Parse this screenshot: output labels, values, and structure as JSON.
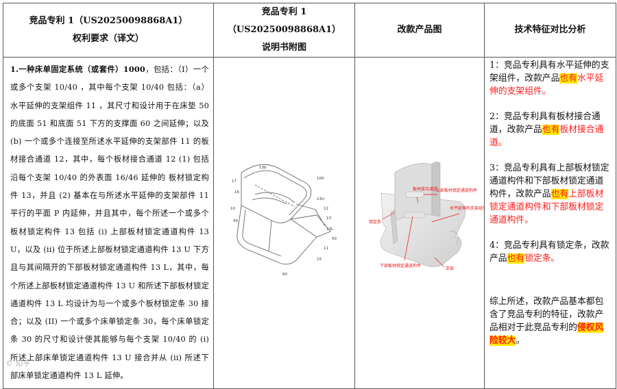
{
  "headers": {
    "col1_line1": "竞品专利 1（US20250098868A1）",
    "col1_line2": "权利要求（译文）",
    "col2_line1": "竞品专利 1（US20250098868A1）",
    "col2_line2": "说明书附图",
    "col3": "改款产品图",
    "col4": "技术特征对比分析"
  },
  "claim": {
    "lead_bold": "1.一种床单固定系统（或套件）1000",
    "body": "，包括：（I）一个或多个支架 10/40 ，其中每个支架 10/40 包括：（a）水平延伸的支架组件 11 ，其尺寸和设计用于在床垫 50 的底面 51 和底面 51 下方的支撑面 60 之间延伸；以及 (b) 一个或多个连接至所述水平延伸的支架部件 11 的板材接合通道 12，其中，每个板材接合通道 12 (1) 包括沿每个支架 10/40 的外表面 16/46 延伸的 板材锁定构件 13，并且 (2) 基本在与所述水平延伸的支架部件 11 平行的平面 P 内延伸，并且其中，每个所述一个或多个板材锁定构件 13 包括 (i) 上部板材锁定通道构件 13 U，以及 (ii) 位于所述上部板材锁定通道构件 13 U 下方且与其间隔开的下部板材锁定通道构件 13 L，其中，每个所述上部板材锁定通道构件 13 U 和所述下部板材锁定通道构件 13 L 均设计为与一个或多个板材锁定条 30 接合；以及 (II) 一个或多个床单锁定条 30，每个床单锁定条 30 的尺寸和设计使其能够与每个支架 10/40 的 (i) 所述上部床单锁定通道构件 13 U 接合并从 (ii) 所述下部床单锁定通道构件 13 L 延伸。"
  },
  "patent_figure": {
    "labels": [
      "13b",
      "100",
      "17",
      "16",
      "10",
      "40",
      "13U",
      "12",
      "13",
      "13L",
      "50",
      "11",
      "15",
      "60"
    ]
  },
  "product_figure": {
    "labels": {
      "lock_strip": "锁定条",
      "plate_channel": "板材接合通道",
      "upper_lock": "上部板材锁定通道构件",
      "horizontal_bracket": "水平延伸的支架组件",
      "lower_lock": "下部板材锁定通道构件",
      "bracket": "支架"
    }
  },
  "analysis": {
    "p1_pre": "1：竞品专利具有水平延伸的支架组件，改款产品",
    "p1_hl": "也有",
    "p1_red": "水平延伸的支架组件。",
    "p2_pre": "2：竞品专利具有板材接合通道，改款产品",
    "p2_hl": "也有",
    "p2_red": "板材接合通道。",
    "p3_pre": "3：竞品专利具有上部板材锁定通道构件和下部板材锁定通道构件，改款产品",
    "p3_hl": "也有",
    "p3_red": "上部板材锁定通道构件和下部板材锁定通道构件。",
    "p4_pre": "4：竞品专利具有锁定条，改款产品",
    "p4_hl": "也有",
    "p4_red": "锁定条。",
    "summary_pre": "综上所述，改款产品基本都包含了竞品专利的特征，改款产品相对于此竞品专利的",
    "summary_hl": "侵权风险较大",
    "summary_post": "。"
  },
  "watermark": "© 知乎"
}
